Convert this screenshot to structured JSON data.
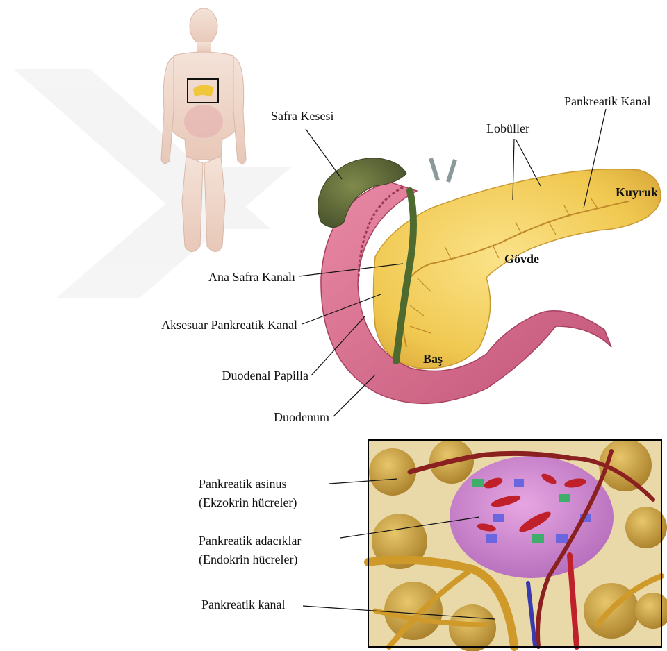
{
  "overview": {
    "labels": {
      "gallbladder": "Safra Kesesi",
      "lobules": "Lobüller",
      "pancreatic_duct": "Pankreatik Kanal",
      "tail": "Kuyruk",
      "body": "Gövde",
      "head": "Baş",
      "common_bile_duct": "Ana Safra Kanalı",
      "accessory_duct": "Aksesuar Pankreatik Kanal",
      "duodenal_papilla": "Duodenal Papilla",
      "duodenum": "Duodenum"
    }
  },
  "detail": {
    "acinus": {
      "line1": "Pankreatik asinus",
      "line2": "(Ekzokrin hücreler)"
    },
    "islets": {
      "line1": "Pankreatik adacıklar",
      "line2": "(Endokrin hücreler)"
    },
    "duct": "Pankreatik kanal"
  },
  "colors": {
    "pancreas": "#f1cf5a",
    "duodenum": "#d9708e",
    "gallbladder": "#5c6a3a",
    "bile_duct": "#4f6a2e",
    "islet": "#d58fd0",
    "vessel": "#9e2a2a",
    "frame": "#000000"
  }
}
